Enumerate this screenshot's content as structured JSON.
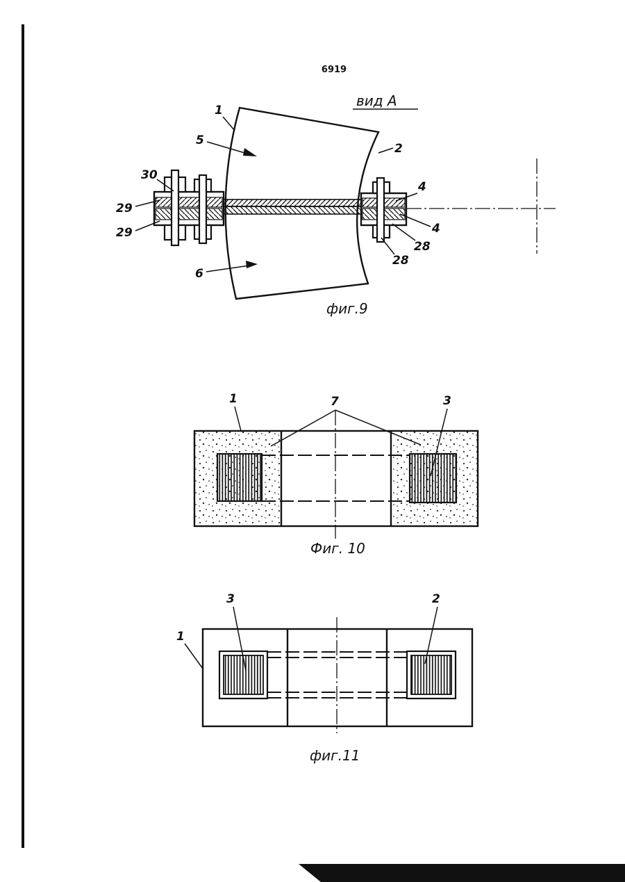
{
  "page_number": "6919",
  "fig9": {
    "view_label": "вид А",
    "caption": "фиг.9",
    "labels": {
      "l1": "1",
      "l2": "2",
      "l5": "5",
      "l6": "6",
      "l30": "30",
      "l29a": "29",
      "l29b": "29",
      "l4a": "4",
      "l4b": "4",
      "l28a": "28",
      "l28b": "28"
    }
  },
  "fig10": {
    "caption": "Фиг. 10",
    "labels": {
      "l1": "1",
      "l7": "7",
      "l3": "3"
    }
  },
  "fig11": {
    "caption": "фиг.11",
    "labels": {
      "l3": "3",
      "l2": "2",
      "l1": "1"
    }
  }
}
